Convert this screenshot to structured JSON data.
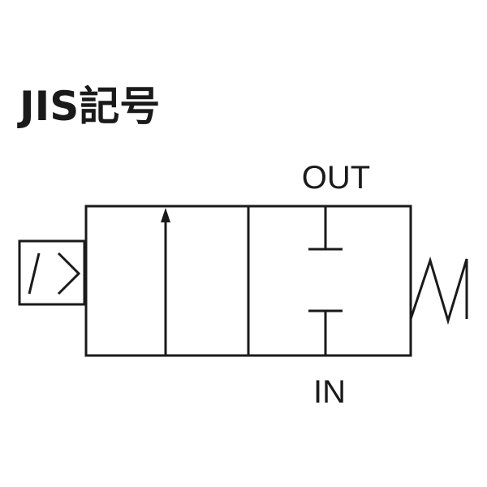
{
  "title": "JIS記号",
  "ports": {
    "out": "OUT",
    "in": "IN"
  },
  "colors": {
    "line": "#1a1a1a",
    "background": "#ffffff"
  }
}
